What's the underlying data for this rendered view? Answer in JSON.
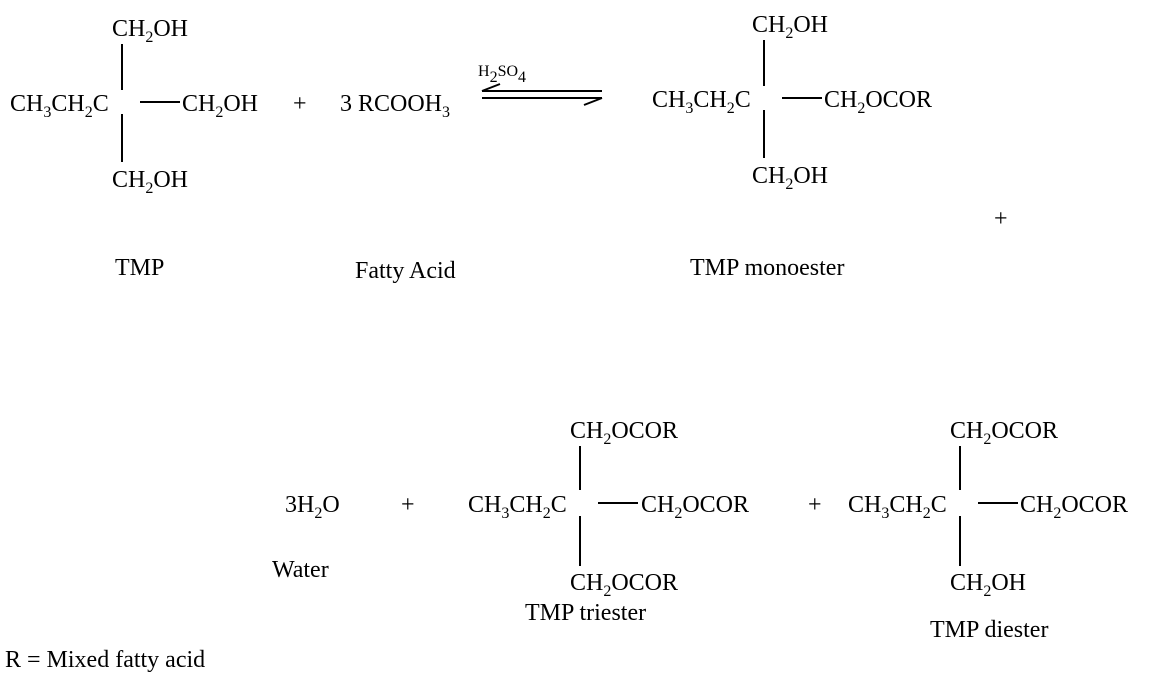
{
  "formulas": {
    "ch2oh": [
      {
        "t": "CH"
      },
      {
        "t": "2",
        "sub": true
      },
      {
        "t": "OH"
      }
    ],
    "ch2ocor": [
      {
        "t": "CH"
      },
      {
        "t": "2",
        "sub": true
      },
      {
        "t": "OCOR"
      }
    ],
    "ch3ch2c": [
      {
        "t": "CH"
      },
      {
        "t": "3",
        "sub": true
      },
      {
        "t": "CH"
      },
      {
        "t": "2",
        "sub": true
      },
      {
        "t": "C"
      }
    ],
    "fatty_acid": [
      {
        "t": "3 RCOOH"
      },
      {
        "t": "3",
        "sub": true
      }
    ],
    "catalyst": [
      {
        "t": "H"
      },
      {
        "t": "2",
        "sub": true
      },
      {
        "t": "SO"
      },
      {
        "t": "4",
        "sub": true
      }
    ],
    "water": [
      {
        "t": "3H"
      },
      {
        "t": "2",
        "sub": true
      },
      {
        "t": "O"
      }
    ]
  },
  "plus_sign": "+",
  "labels": {
    "tmp": "TMP",
    "fatty_acid": "Fatty Acid",
    "monoester": "TMP monoester",
    "water": "Water",
    "triester": "TMP triester",
    "diester": "TMP diester"
  },
  "footnote": "R = Mixed fatty acid"
}
